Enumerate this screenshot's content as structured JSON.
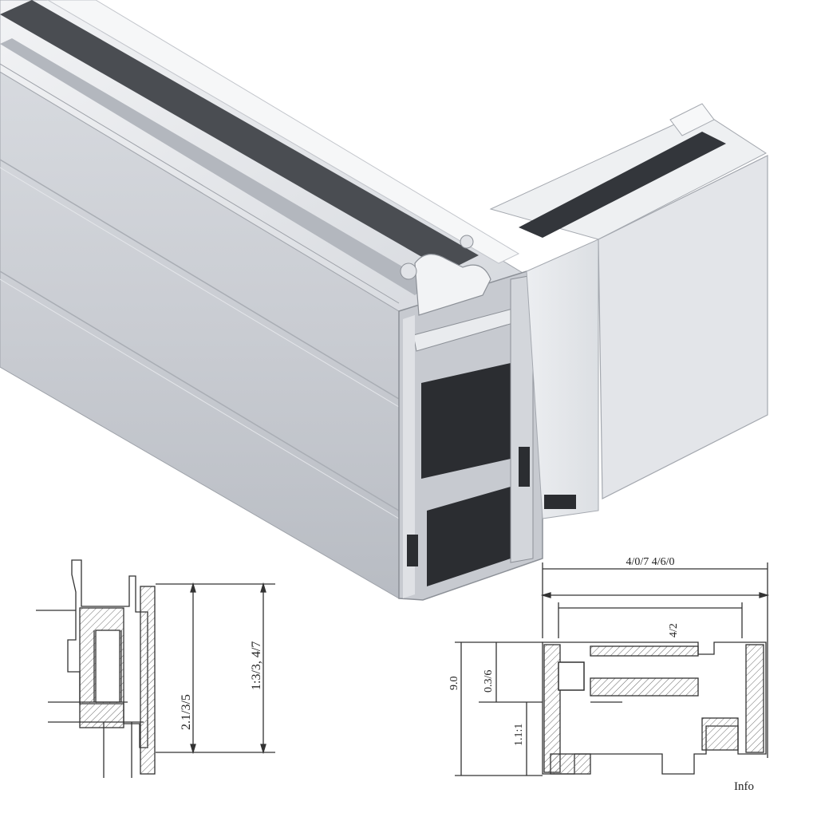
{
  "render": {
    "title": "",
    "colors": {
      "background": "#ffffff",
      "aluminum_light": "#eceef1",
      "aluminum_mid": "#c9ccd1",
      "aluminum_dark": "#9a9ea5",
      "cavity": "#2a2c30",
      "line": "#333333",
      "hatch": "#666666"
    }
  },
  "left_drawing": {
    "dim_inner": "2.1/3/5",
    "dim_outer": "1:3/3, 4/7"
  },
  "right_drawing": {
    "dim_top": "4/0/7 4/6/0",
    "dim_inner_top": "4/2",
    "dim_left_outer": "9.0",
    "dim_left_mid": "0.3/6",
    "dim_left_low": "1.1:1",
    "corner_label": "Info"
  }
}
